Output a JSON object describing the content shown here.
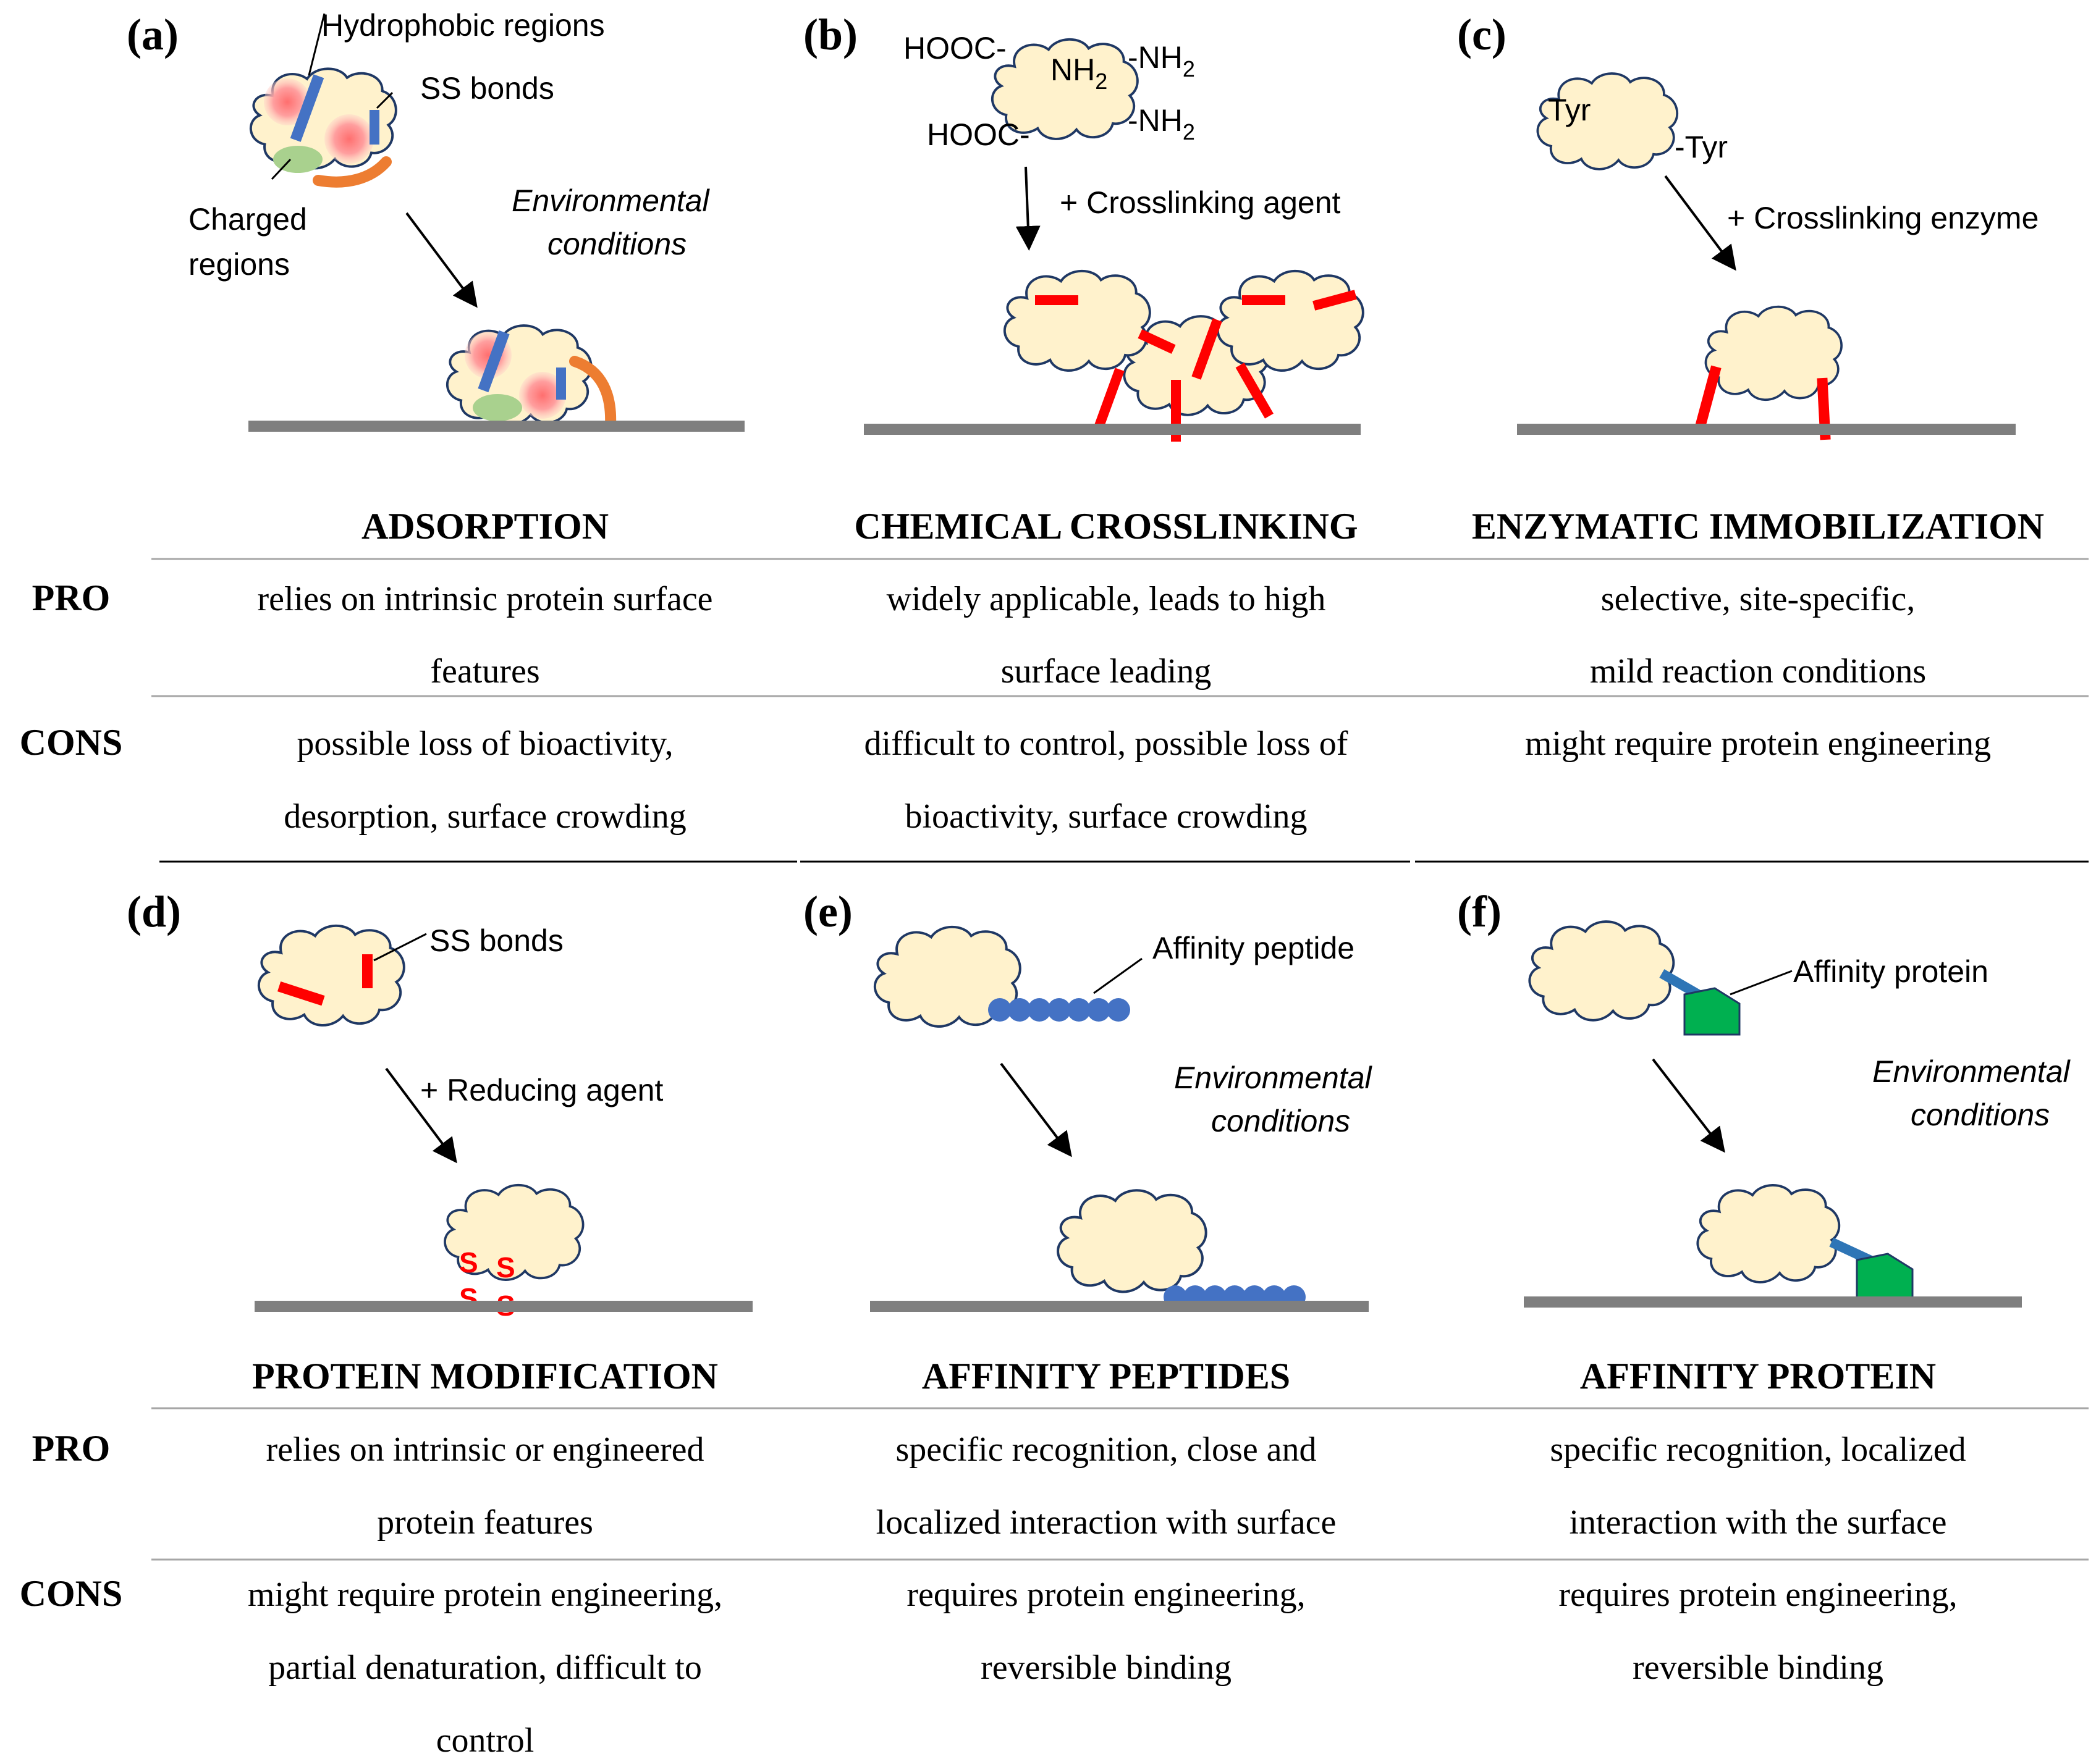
{
  "panels": [
    {
      "letter": "(a)",
      "labels": {
        "hydrophobic": "Hydrophobic regions",
        "ss_bonds": "SS bonds",
        "charged_1": "Charged",
        "charged_2": "regions",
        "env_1": "Environmental",
        "env_2": "conditions"
      },
      "title": "ADSORPTION",
      "pro": [
        "relies on intrinsic protein surface",
        "features"
      ],
      "cons": [
        "possible loss of bioactivity,",
        "desorption, surface crowding"
      ]
    },
    {
      "letter": "(b)",
      "labels": {
        "hooc_1": "HOOC-",
        "nh2_inner": "NH",
        "nh2_1": "-NH",
        "nh2_2": "-NH",
        "hooc_2": "HOOC-",
        "subscript": "2",
        "agent": "+ Crosslinking agent"
      },
      "title": "CHEMICAL CROSSLINKING",
      "pro": [
        "widely applicable, leads to high",
        "surface leading"
      ],
      "cons": [
        "difficult to control, possible loss of",
        "bioactivity, surface crowding"
      ]
    },
    {
      "letter": "(c)",
      "labels": {
        "tyr_1": "Tyr",
        "tyr_2": "-Tyr",
        "agent": "+ Crosslinking enzyme"
      },
      "title": "ENZYMATIC IMMOBILIZATION",
      "pro": [
        "selective, site-specific,",
        "mild reaction conditions"
      ],
      "cons": [
        "might require protein engineering"
      ]
    },
    {
      "letter": "(d)",
      "labels": {
        "ss_bonds": "SS bonds",
        "agent": "+ Reducing agent",
        "s": "S"
      },
      "title": "PROTEIN MODIFICATION",
      "pro": [
        "relies on intrinsic or engineered",
        "protein features"
      ],
      "cons": [
        "might require protein engineering,",
        "partial denaturation, difficult to",
        "control"
      ]
    },
    {
      "letter": "(e)",
      "labels": {
        "peptide": "Affinity peptide",
        "env_1": "Environmental",
        "env_2": "conditions"
      },
      "title": "AFFINITY PEPTIDES",
      "pro": [
        "specific recognition, close and",
        "localized interaction with   surface"
      ],
      "cons": [
        "requires protein engineering,",
        "reversible binding"
      ]
    },
    {
      "letter": "(f)",
      "labels": {
        "protein": "Affinity protein",
        "env_1": "Environmental",
        "env_2": "conditions"
      },
      "title": "AFFINITY PROTEIN",
      "pro": [
        "specific recognition, localized",
        "interaction with the surface"
      ],
      "cons": [
        "requires protein engineering,",
        "reversible binding"
      ]
    }
  ],
  "rows": {
    "pro": "PRO",
    "cons": "CONS"
  },
  "colors": {
    "protein_fill": "#fff2cc",
    "protein_outline": "#1f3864",
    "surface": "#7f7f7f",
    "crosslink": "#ff0000",
    "ss_bond": "#4472c4",
    "hydrophobic": "#ff9999",
    "charged": "#a9d18e",
    "tail": "#ed7d31",
    "peptide": "#4472c4",
    "affinity_protein": "#00b050"
  }
}
